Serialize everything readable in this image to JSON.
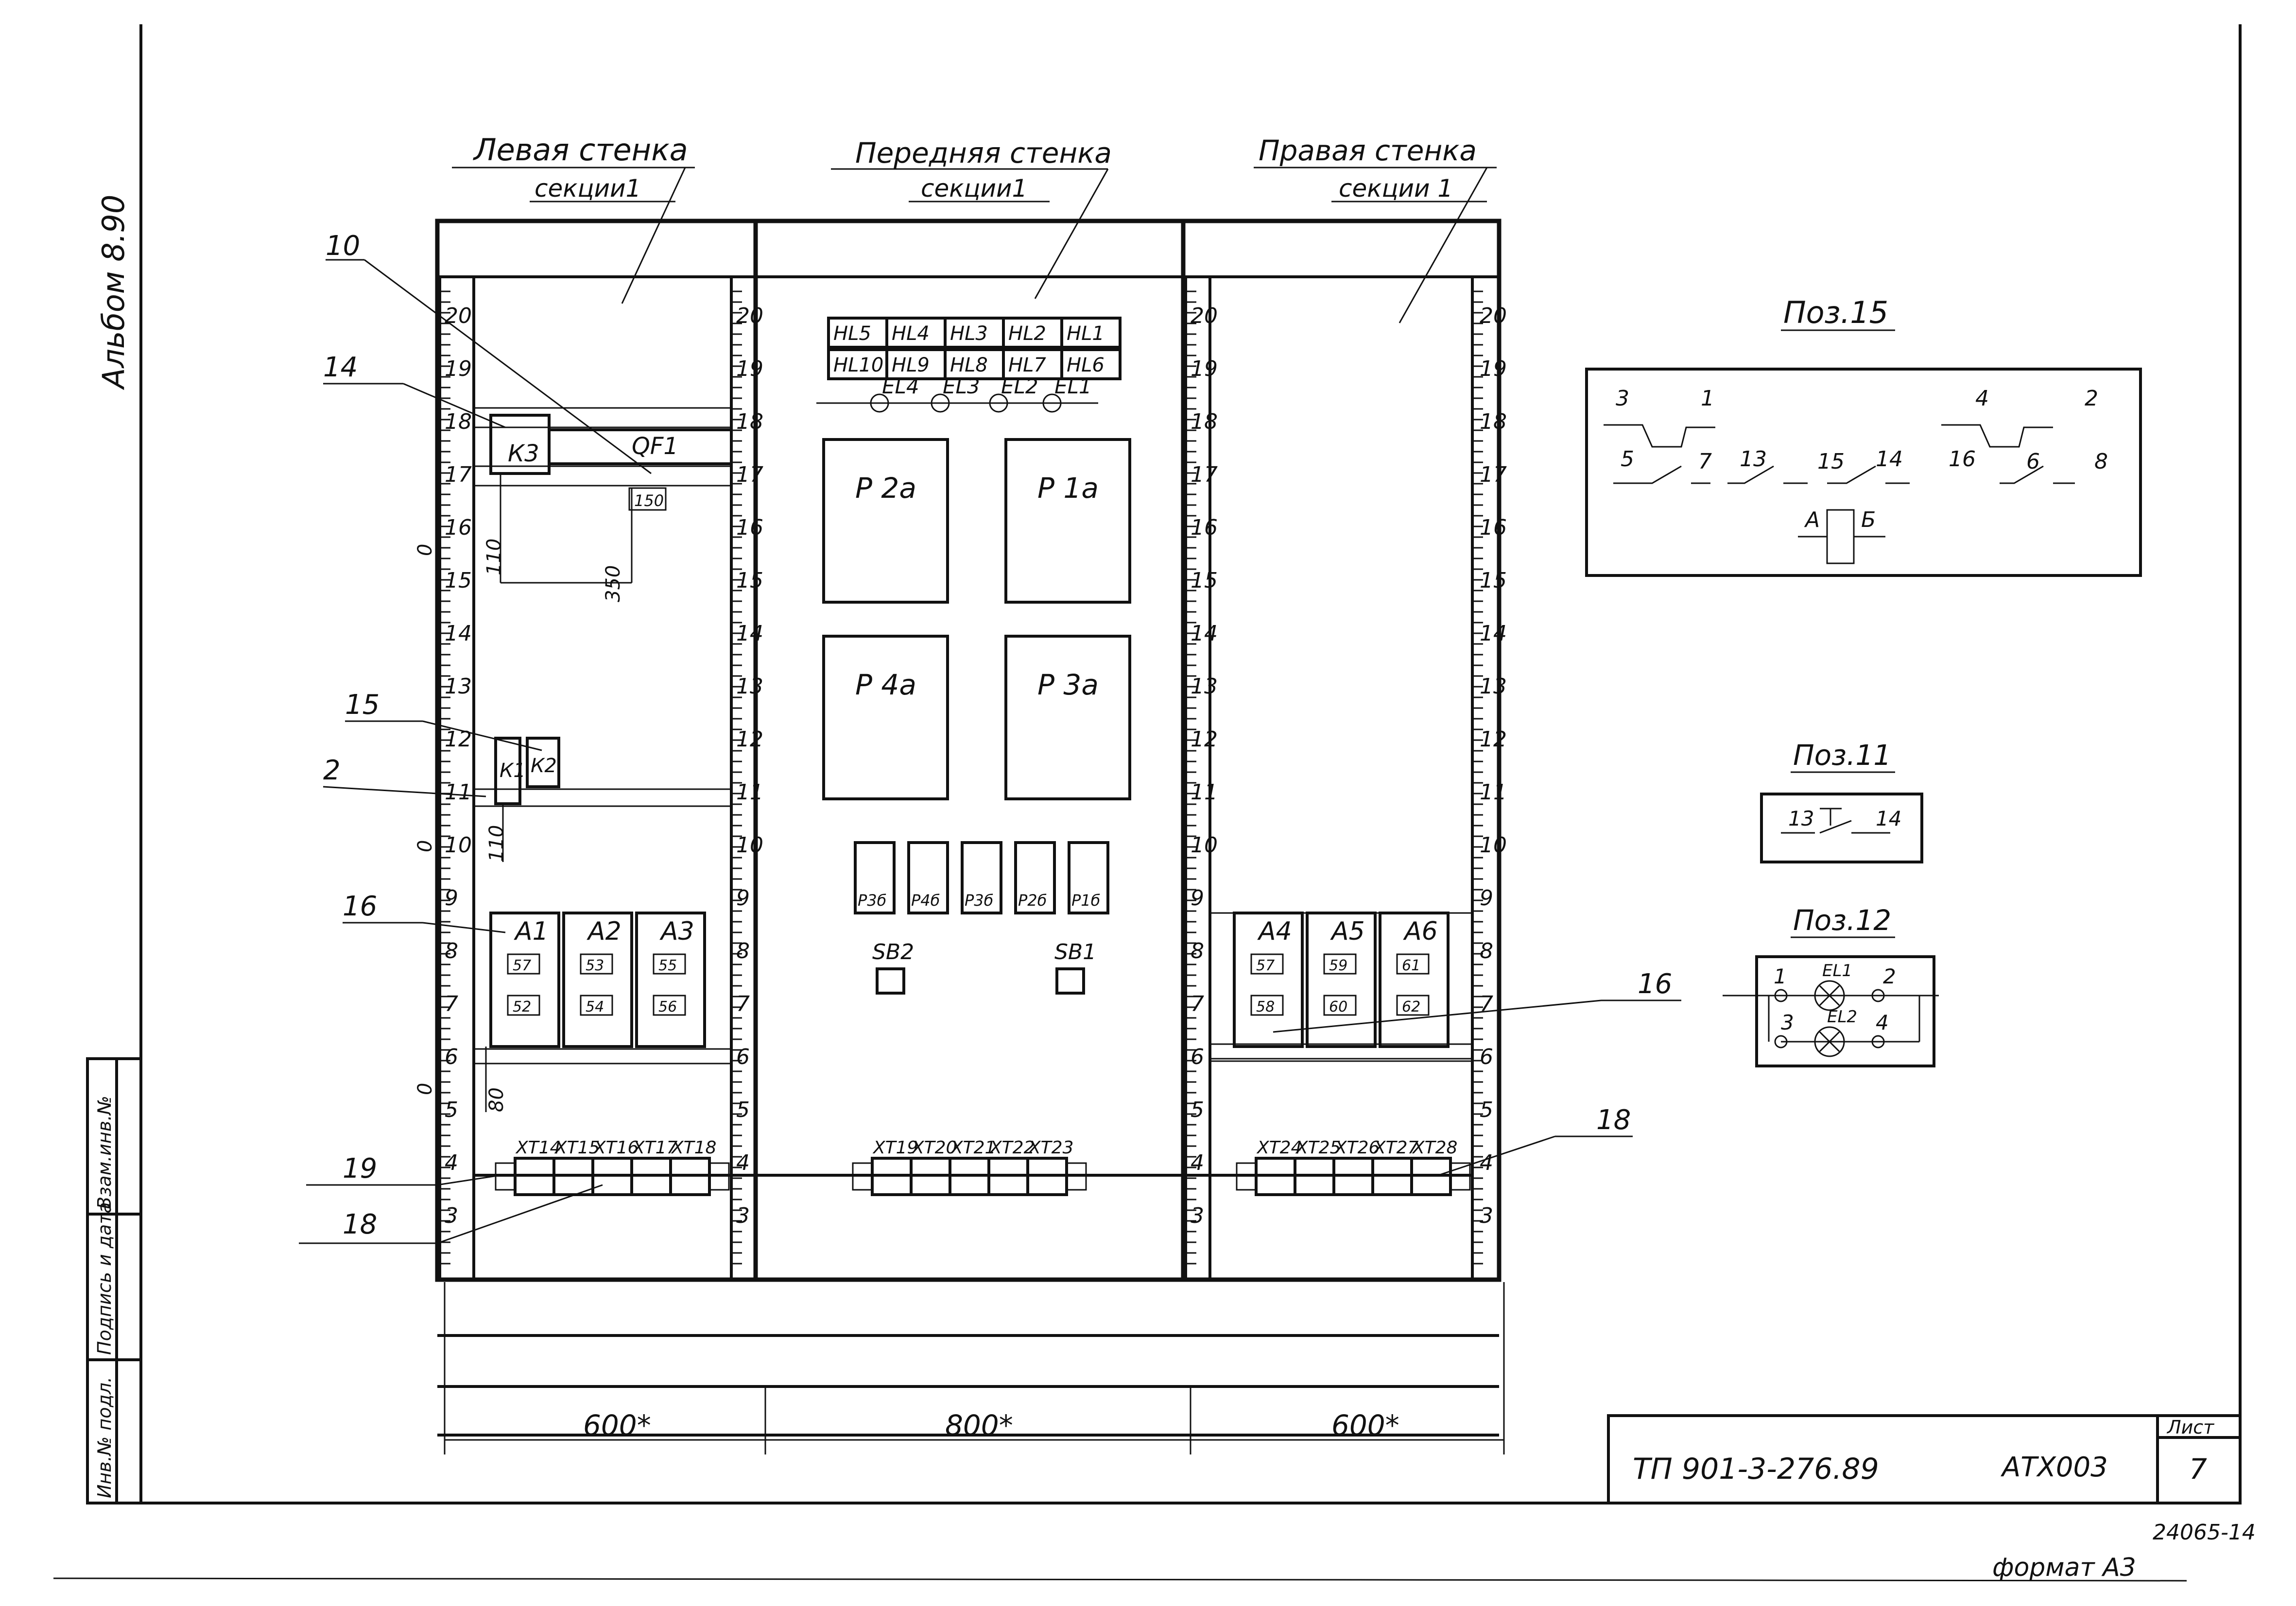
{
  "stamp": {
    "album": "Альбом 8.90",
    "side_cells": [
      "Инв.№ подл.",
      "Подпись и дата",
      "Взам.инв.№"
    ],
    "document_code": "ТП 901-3-276.89",
    "sheet_code": "АТХ003",
    "sheet_label": "Лист",
    "sheet_number": "7",
    "copy_number": "24065-14",
    "format": "формат А3"
  },
  "cabinet": {
    "left_title": [
      "Левая стенка",
      "секции1"
    ],
    "front_title": [
      "Передняя стенка",
      "секции1"
    ],
    "right_title": [
      "Правая стенка",
      "секции 1"
    ],
    "widths": [
      "600*",
      "800*",
      "600*"
    ],
    "rail_numbers": [
      "20",
      "19",
      "18",
      "17",
      "16",
      "15",
      "14",
      "13",
      "12",
      "11",
      "10",
      "9",
      "8",
      "7",
      "6",
      "5",
      "4",
      "3"
    ],
    "leader_numbers": [
      "10",
      "14",
      "15",
      "2",
      "16",
      "19",
      "18",
      "16",
      "18"
    ],
    "left_devices": {
      "k3": "К3",
      "qf1": "QF1",
      "qf1_tag": "150",
      "k1": "К1",
      "k2": "К2"
    },
    "left_dims": [
      "110",
      "350",
      "110",
      "80",
      "0",
      "0",
      "0"
    ],
    "modules": [
      "А1",
      "А2",
      "А3",
      "А4",
      "А5",
      "А6"
    ],
    "module_tags": [
      [
        "57",
        "52"
      ],
      [
        "53",
        "54"
      ],
      [
        "55",
        "56"
      ],
      [
        "57",
        "58"
      ],
      [
        "59",
        "60"
      ],
      [
        "61",
        "62"
      ]
    ],
    "lamps_top": [
      "HL5",
      "HL4",
      "HL3",
      "HL2",
      "HL1"
    ],
    "lamps_bottom": [
      "HL10",
      "HL9",
      "HL8",
      "HL7",
      "HL6"
    ],
    "el_labels": [
      "EL4",
      "EL3",
      "EL2",
      "EL1"
    ],
    "panels": [
      "Р 2а",
      "Р 1а",
      "Р 4а",
      "Р 3а"
    ],
    "small_relays": [
      "Р3б",
      "Р4б",
      "Р3б",
      "Р2б",
      "Р1б"
    ],
    "buttons": [
      "SB2",
      "SB1"
    ],
    "terminals_left": [
      "XT14",
      "XT15",
      "XT16",
      "XT17",
      "XT18"
    ],
    "terminals_front": [
      "XT19",
      "XT20",
      "XT21",
      "XT22",
      "XT23"
    ],
    "terminals_right": [
      "XT24",
      "XT25",
      "XT26",
      "XT27",
      "XT28"
    ]
  },
  "details": {
    "poz15": {
      "title": "Поз.15",
      "labels": [
        "3",
        "1",
        "4",
        "2",
        "5",
        "7",
        "13",
        "15",
        "14",
        "16",
        "6",
        "8",
        "А",
        "Б"
      ]
    },
    "poz11": {
      "title": "Поз.11",
      "labels": [
        "13",
        "14"
      ]
    },
    "poz12": {
      "title": "Поз.12",
      "labels": [
        "1",
        "EL1",
        "2",
        "3",
        "EL2",
        "4"
      ]
    }
  }
}
